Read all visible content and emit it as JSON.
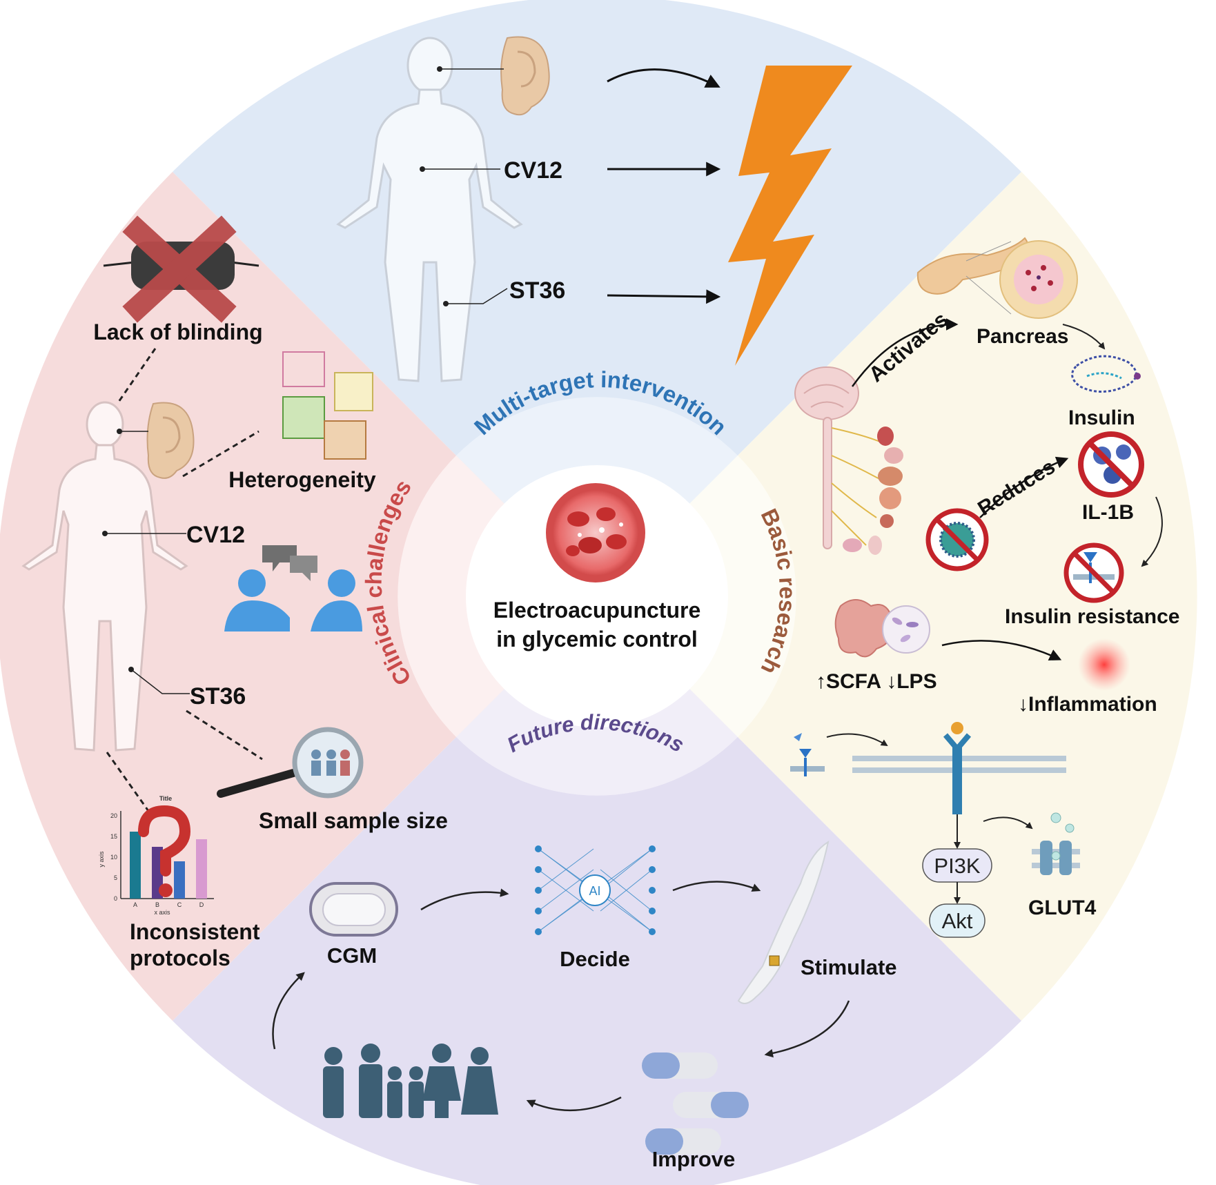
{
  "title": "Electroacupuncture in glycemic control",
  "title_line1": "Electroacupuncture",
  "title_line2": "in glycemic control",
  "colors": {
    "multi_target": "#dfe9f6",
    "basic_research": "#fbf7e8",
    "future": "#e3dff2",
    "clinical": "#f6dcdc",
    "multi_target_text": "#2e74b5",
    "basic_text": "#9b5a3c",
    "future_text": "#5b4a8c",
    "clinical_text": "#c94a4a",
    "lightning": "#ef8a1e"
  },
  "sections": {
    "multi_target": {
      "heading": "Multi-target intervention",
      "labels": {
        "cv12": "CV12",
        "st36": "ST36"
      }
    },
    "basic_research": {
      "heading": "Basic research",
      "labels": {
        "activates": "Activates",
        "pancreas": "Pancreas",
        "insulin": "Insulin",
        "reduces": "Reduces",
        "il1b": "IL-1B",
        "insulin_resistance": "Insulin resistance",
        "scfa_lps": "↑SCFA ↓LPS",
        "inflammation": "↓Inflammation",
        "pi3k": "PI3K",
        "akt": "Akt",
        "glut4": "GLUT4"
      }
    },
    "future_directions": {
      "heading": "Future directions",
      "labels": {
        "cgm": "CGM",
        "decide": "Decide",
        "ai": "AI",
        "stimulate": "Stimulate",
        "improve": "Improve"
      }
    },
    "clinical_challenges": {
      "heading": "Clinical challenges",
      "labels": {
        "lack_blinding": "Lack of blinding",
        "heterogeneity": "Heterogeneity",
        "cv12": "CV12",
        "st36": "ST36",
        "small_sample": "Small sample size",
        "inconsistent_1": "Inconsistent",
        "inconsistent_2": "protocols"
      },
      "mini_chart": {
        "title": "Title",
        "x_label": "x axis",
        "y_label": "y axis",
        "y_ticks": [
          "0",
          "5",
          "10",
          "15",
          "20"
        ],
        "x_ticks": [
          "A",
          "B",
          "C",
          "D"
        ]
      }
    }
  }
}
